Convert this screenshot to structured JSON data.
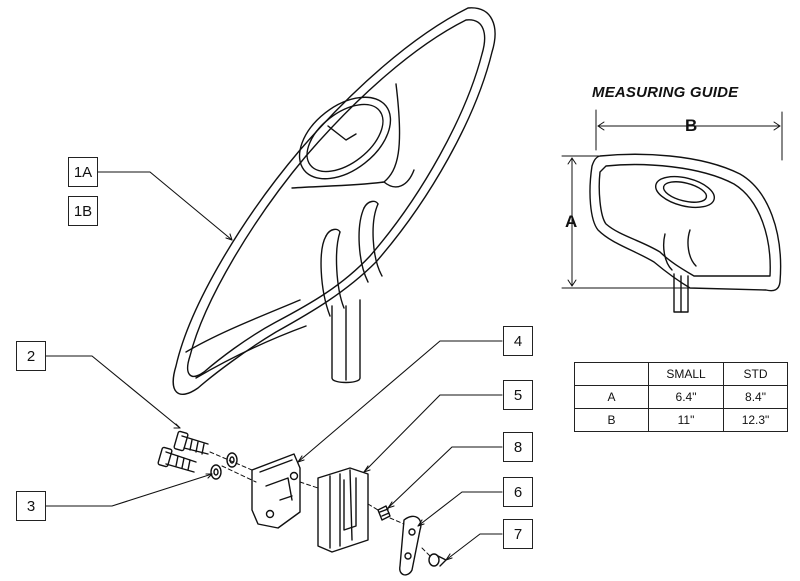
{
  "callouts": {
    "c1a": "1A",
    "c1b": "1B",
    "c2": "2",
    "c3": "3",
    "c4": "4",
    "c5": "5",
    "c6": "6",
    "c7": "7",
    "c8": "8"
  },
  "measuring_guide": {
    "title": "MEASURING GUIDE",
    "dim_a": "A",
    "dim_b": "B"
  },
  "size_table": {
    "headers": [
      "",
      "SMALL",
      "STD"
    ],
    "rows": [
      [
        "A",
        "6.4\"",
        "8.4\""
      ],
      [
        "B",
        "11\"",
        "12.3\""
      ]
    ]
  }
}
